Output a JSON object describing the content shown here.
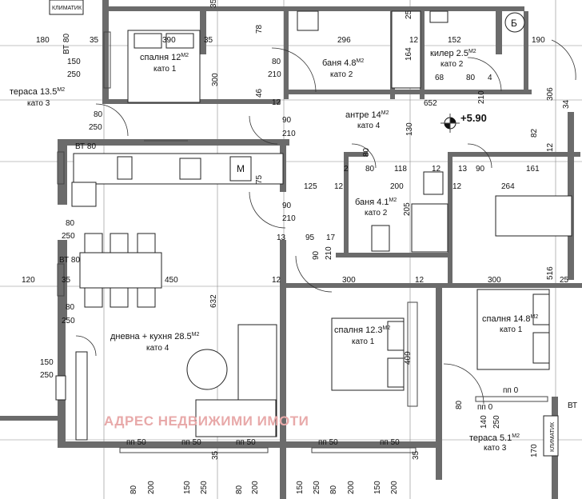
{
  "rooms": {
    "bedroom_a": {
      "name": "спалня 12",
      "sup": "М2",
      "floor": "като 1"
    },
    "bath_a": {
      "name": "баня 4.8",
      "sup": "М2",
      "floor": "като 2"
    },
    "storage": {
      "name": "килер 2.5",
      "sup": "М2",
      "floor": "като 2"
    },
    "terrace_a": {
      "name": "тераса 13.5",
      "sup": "М2",
      "floor": "като 3"
    },
    "hall": {
      "name": "антре 14",
      "sup": "М2",
      "floor": "като 4"
    },
    "bath_b": {
      "name": "баня 4.1",
      "sup": "М2",
      "floor": "като 2"
    },
    "living": {
      "name": "дневна + кухня 28.5",
      "sup": "М2",
      "floor": "като 4"
    },
    "bedroom_b": {
      "name": "спалня 12.3",
      "sup": "М2",
      "floor": "като 1"
    },
    "bedroom_c": {
      "name": "спалня 14.8",
      "sup": "М2",
      "floor": "като 1"
    },
    "terrace_b": {
      "name": "тераса 5.1",
      "sup": "М2",
      "floor": "като 3"
    }
  },
  "level_mark": "+5.90",
  "watermark": "АДРЕС НЕДВИЖИМИ ИМОТИ",
  "labels": {
    "climatic_top": "КЛИМАТИК",
    "climatic_bottom": "КЛИМАТИК",
    "washer": "М",
    "boiler": "Б",
    "vt_top": "ВТ 80",
    "vt_kitchen": "ВТ 80",
    "vt_living": "ВТ 80",
    "vt_terrace": "ВТ",
    "pp_0_a": "пп 0",
    "pp_0_b": "пп 0",
    "pp_50": "пп 50"
  },
  "dims": {
    "d180": "180",
    "d35a": "35",
    "d390": "390",
    "d35b": "35",
    "d78": "78",
    "d296": "296",
    "d12a": "12",
    "d152": "152",
    "d190": "190",
    "d25a": "25",
    "d164": "164",
    "d150a": "150",
    "d250a": "250",
    "d80a": "80",
    "d210a": "210",
    "d68": "68",
    "d80b": "80",
    "d4": "4",
    "d300a": "300",
    "d46": "46",
    "d652": "652",
    "d306": "306",
    "d34": "34",
    "d12b": "12",
    "d90a": "90",
    "d210b": "210",
    "d130": "130",
    "d80c": "80",
    "d210c": "210",
    "d82": "82",
    "d12c": "12",
    "d80d": "80",
    "d250b": "250",
    "d2": "2",
    "d80e": "80",
    "d118": "118",
    "d13a": "13",
    "d90b": "90",
    "d161": "161",
    "d75": "75",
    "d125": "125",
    "d12d": "12",
    "d200": "200",
    "d264": "264",
    "d90c": "90",
    "d210d": "210",
    "d80f": "80",
    "d250c": "250",
    "d13b": "13",
    "d95": "95",
    "d17": "17",
    "d205": "205",
    "d120": "120",
    "d35c": "35",
    "d450": "450",
    "d12e": "12",
    "d300b": "300",
    "d12f": "12",
    "d300c": "300",
    "d516": "516",
    "d25b": "25",
    "d80g": "80",
    "d250d": "250",
    "d632": "632",
    "d409": "409",
    "d150b": "150",
    "d250e": "250",
    "d80h": "80",
    "d250f": "250",
    "d140": "140",
    "d250g": "250",
    "d170": "170",
    "d12g": "12",
    "d12h": "12",
    "d12i": "12",
    "d35d": "35",
    "d35e": "35",
    "d35f": "35",
    "d210e": "210",
    "d80i": "80",
    "d90d": "90",
    "d80j": "80",
    "d12j": "12",
    "d12k": "12",
    "d12l": "12",
    "b80a": "80",
    "b200a": "200",
    "b150a": "150",
    "b250a": "250",
    "b80b": "80",
    "b200b": "200",
    "b150b": "150",
    "b250b": "250",
    "b80c": "80",
    "b200c": "200",
    "b150c": "150",
    "b200d": "200",
    "b80d": "80",
    "b80e": "80",
    "b250c": "250"
  }
}
